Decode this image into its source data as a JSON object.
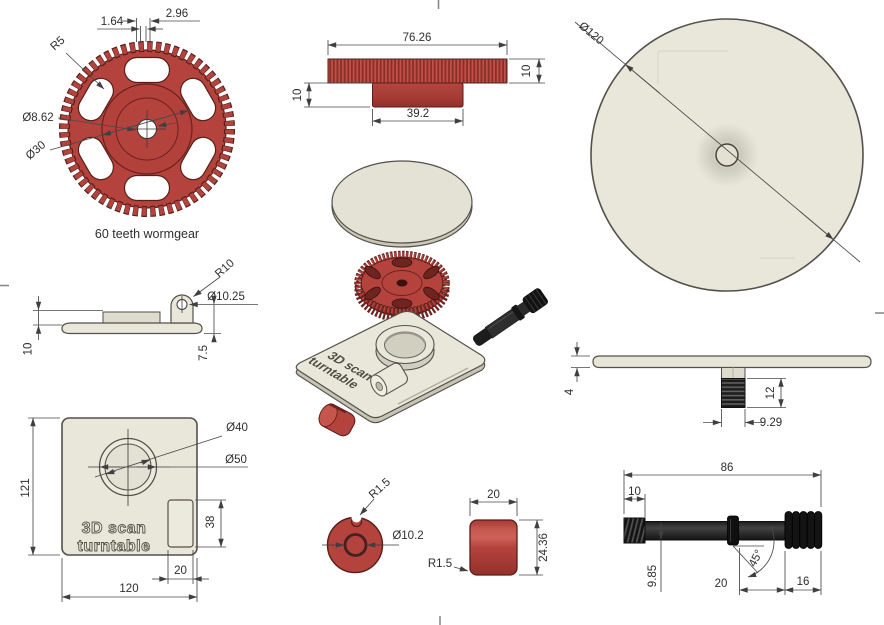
{
  "sheet": {
    "type": "CAD multi-view technical drawing",
    "colors": {
      "part_red": "#b5433d",
      "part_red_dark": "#571e1a",
      "part_beige": "#e8e7da",
      "part_black": "#1c1c1c",
      "line": "#4a4a4a",
      "background": "#ffffff"
    }
  },
  "views": {
    "gear_front": {
      "caption": "60 teeth wormgear",
      "dim_tooth_tip": "1.64",
      "dim_tooth_base": "2.96",
      "dim_fillet": "R5",
      "dim_bore": "Ø8.62",
      "dim_hub": "Ø30"
    },
    "gear_side": {
      "dim_od": "76.26",
      "dim_face_w": "10",
      "dim_hub_h": "10",
      "dim_hub_w": "39.2"
    },
    "disc_top": {
      "dim_dia": "Ø120"
    },
    "base_side": {
      "dim_lug_r": "R10",
      "dim_lug_hole": "Ø10.25",
      "dim_height": "10",
      "dim_lug_center": "7.5"
    },
    "exploded": {
      "label_line1": "3D scan",
      "label_line2": "turntable"
    },
    "disc_side": {
      "dim_thickness": "4",
      "dim_thread_len": "12",
      "dim_thread_dia": "9.29"
    },
    "base_top": {
      "label_line1": "3D scan",
      "label_line2": "turntable",
      "dim_height": "121",
      "dim_ring_id": "Ø40",
      "dim_ring_od": "Ø50",
      "dim_pocket_h": "38",
      "dim_pocket_w": "20",
      "dim_width": "120"
    },
    "knob_front": {
      "dim_notch": "R1.5",
      "dim_bore": "Ø10.2"
    },
    "knob_side": {
      "dim_w": "20",
      "dim_h": "24.36",
      "dim_fillet": "R1.5"
    },
    "shaft": {
      "dim_total": "86",
      "dim_thread": "10",
      "dim_dia": "9.85",
      "dim_mid": "20",
      "dim_angle": "45°",
      "dim_worm": "16"
    }
  }
}
